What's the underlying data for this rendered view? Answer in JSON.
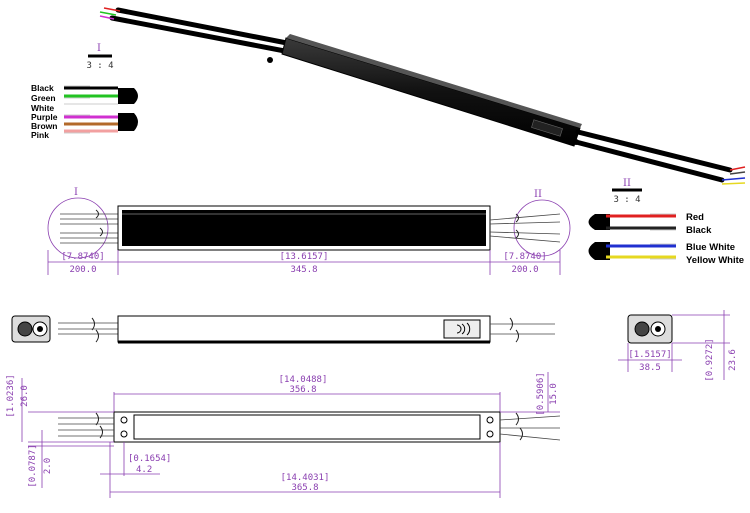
{
  "detail_left": {
    "id": "I",
    "scale": "3 : 4",
    "wires": [
      "Black",
      "Green",
      "White",
      "Purple",
      "Brown",
      "Pink"
    ]
  },
  "detail_right": {
    "id": "II",
    "scale": "3 : 4",
    "wires": [
      "Red",
      "Black",
      "Blue White",
      "Yellow White"
    ]
  },
  "top_view": {
    "detail_i": "I",
    "detail_ii": "II",
    "dims": {
      "left_in": "[7.8740]",
      "left_mm": "200.0",
      "body_in": "[13.6157]",
      "body_mm": "345.8",
      "right_in": "[7.8740]",
      "right_mm": "200.0"
    }
  },
  "end_view_dims": {
    "width_in": "[1.5157]",
    "width_mm": "38.5",
    "height_in": "[0.9272]",
    "height_mm": "23.6"
  },
  "bottom_view_dims": {
    "mount_in": "[14.0488]",
    "mount_mm": "356.8",
    "total_in": "[14.4031]",
    "total_mm": "365.8",
    "height_in": "[1.0236]",
    "height_mm": "26.0",
    "hole_off_in": "[0.0787]",
    "hole_off_mm": "2.0",
    "hole_dia_in": "[0.1654]",
    "hole_dia_mm": "4.2",
    "right_in": "[0.5906]",
    "right_mm": "15.0"
  },
  "colors": {
    "dimension": "#8a3fb0",
    "red": "#e02020",
    "green": "#22c322",
    "purple": "#d030d0",
    "brown": "#b36a2a",
    "pink": "#f2a0a0",
    "blue": "#2030d0",
    "yellow": "#e6d820"
  }
}
